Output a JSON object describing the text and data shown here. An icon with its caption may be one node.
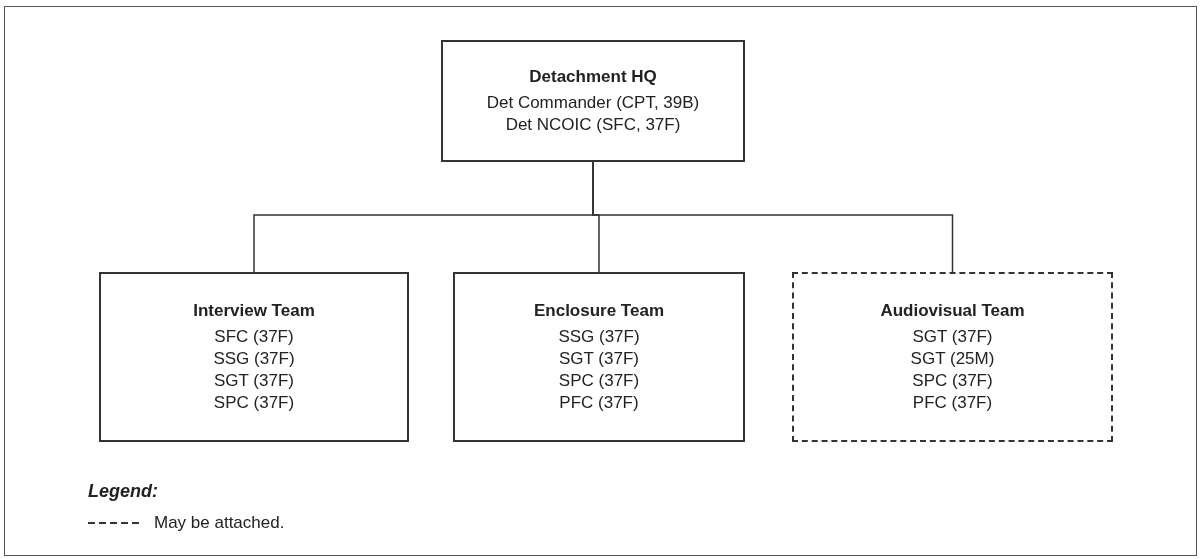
{
  "diagram": {
    "nodes": [
      {
        "text": [
          "Detachment HQ",
          "Det Commander (CPT, 39B)",
          "Det NCOIC (SFC, 37F)"
        ]
      },
      {
        "text": [
          "Interview Team",
          "SFC (37F)",
          "SSG (37F)",
          "SGT (37F)",
          "SPC (37F)"
        ]
      },
      {
        "text": [
          "Enclosure Team",
          "SSG (37F)",
          "SGT (37F)",
          "SPC (37F)",
          "PFC (37F)"
        ]
      },
      {
        "text": [
          "Audiovisual Team",
          "SGT (37F)",
          "SGT (25M)",
          "SPC (37F)",
          "PFC (37F)"
        ]
      }
    ],
    "edges": [
      {
        "from": 0,
        "to": 1,
        "arrow": "none"
      },
      {
        "from": 0,
        "to": 2,
        "arrow": "none"
      },
      {
        "from": 0,
        "to": 3,
        "arrow": "none"
      }
    ],
    "labels": [
      "Legend:"
    ],
    "legend": [
      {
        "text": "May be attached."
      }
    ]
  }
}
